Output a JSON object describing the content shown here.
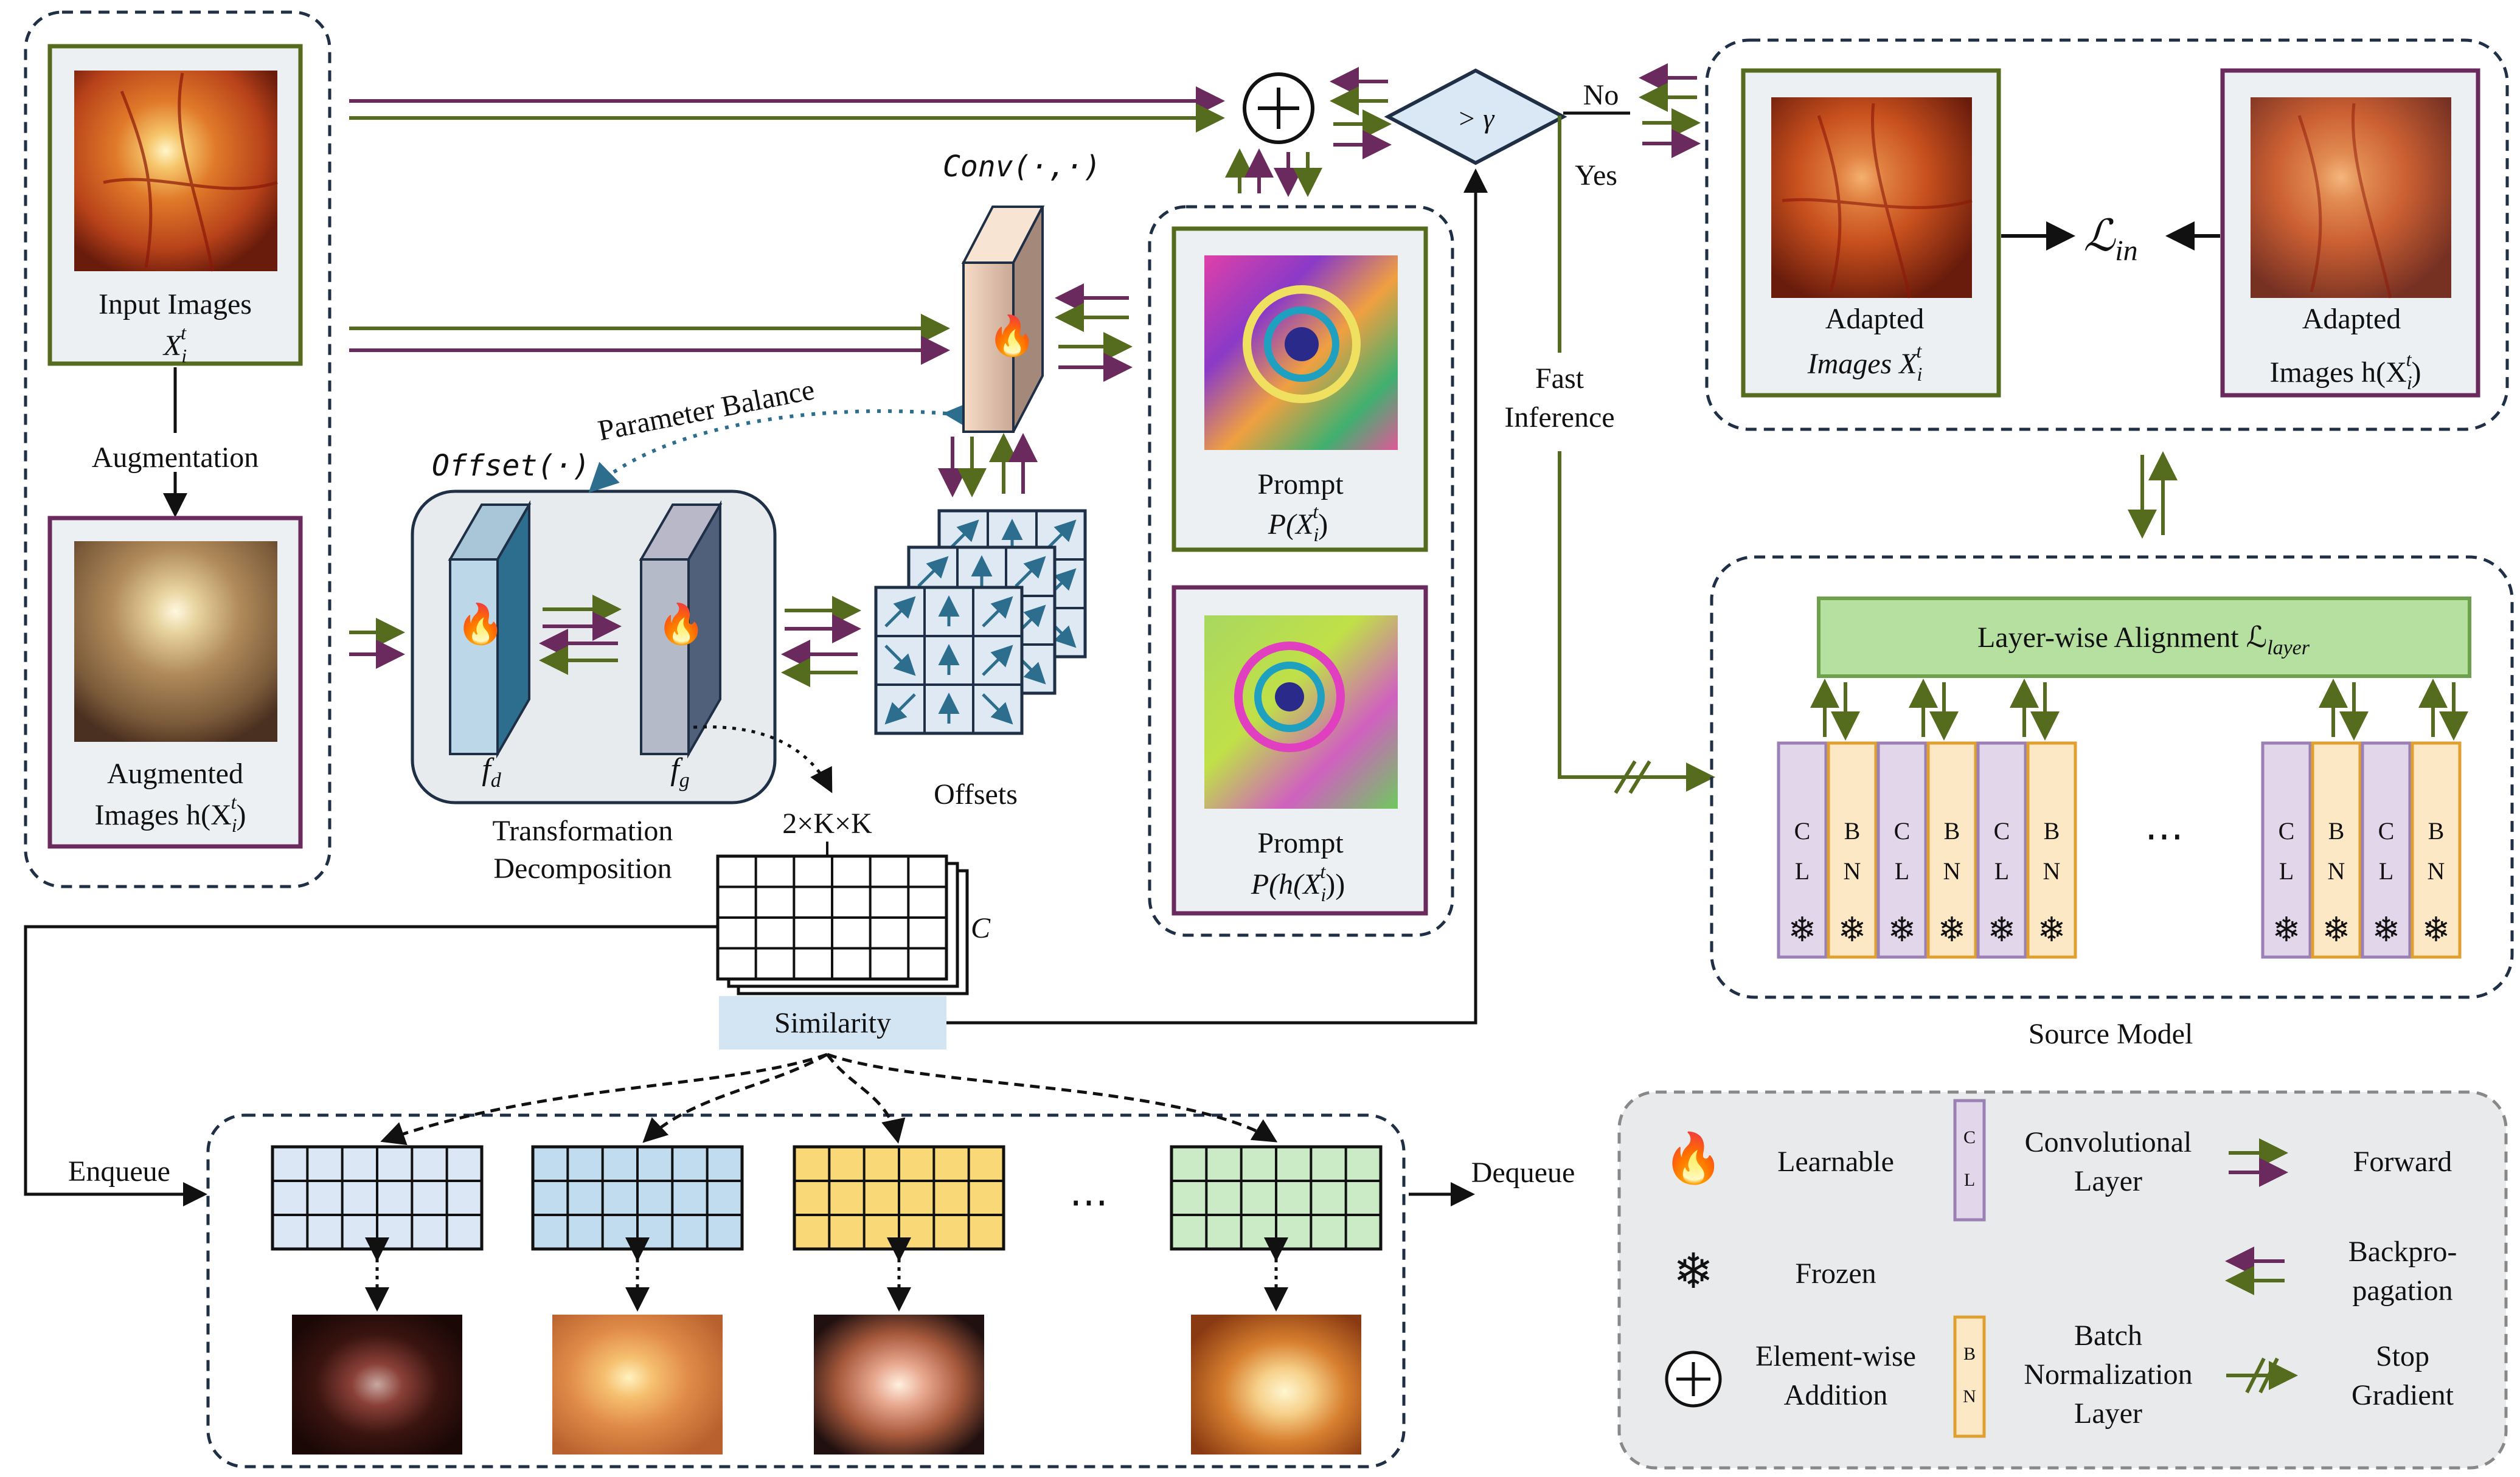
{
  "labels": {
    "input_images": "Input Images",
    "input_sym": "X",
    "augmentation": "Augmentation",
    "augmented_images": "Augmented",
    "augmented_images_2": "Images h(X",
    "offset_fn": "Offset(·)",
    "conv_fn": "Conv(·,·)",
    "parameter_balance": "Parameter Balance",
    "f_d": "f",
    "f_g": "f",
    "transformation_1": "Transformation",
    "transformation_2": "Decomposition",
    "offsets": "Offsets",
    "kxk": "2×K×K",
    "c_label": "C",
    "similarity": "Similarity",
    "enqueue": "Enqueue",
    "dequeue": "Dequeue",
    "ellipsis": "⋯",
    "prompt_1": "Prompt",
    "prompt_1_sym": "P(X",
    "prompt_2": "Prompt",
    "prompt_2_sym": "P(h(X",
    "gamma": "> γ",
    "no": "No",
    "yes": "Yes",
    "fast_1": "Fast",
    "fast_2": "Inference",
    "adapted_1": "Adapted",
    "adapted_1b": "Images X",
    "adapted_2": "Adapted",
    "adapted_2b": "Images h(X",
    "loss_in": "ℒ",
    "loss_in_sub": "in",
    "layer_align": "Layer-wise Alignment ℒ",
    "layer_align_sub": "layer",
    "source_model": "Source Model",
    "cl_c": "C",
    "cl_l": "L",
    "bn_b": "B",
    "bn_n": "N"
  },
  "legend": {
    "learnable": "Learnable",
    "frozen": "Frozen",
    "element_1": "Element-wise",
    "element_2": "Addition",
    "conv_1": "Convolutional",
    "conv_2": "Layer",
    "bn_1": "Batch",
    "bn_2": "Normalization",
    "bn_3": "Layer",
    "forward": "Forward",
    "backprop_1": "Backpro-",
    "backprop_2": "pagation",
    "stop_1": "Stop",
    "stop_2": "Gradient"
  },
  "colors": {
    "green": "#556b1e",
    "purple": "#6b2a5e",
    "blue_dot": "#2d6e8e",
    "cl_fill": "#e2d6ea",
    "cl_stroke": "#9a80b4",
    "bn_fill": "#fde8c6",
    "bn_stroke": "#e0a030",
    "align_fill": "#b6e0a0",
    "align_stroke": "#6da24c",
    "sim_fill": "#d3e5f3",
    "grid_blue_light": "#dbe7f4",
    "grid_blue": "#c2dcef",
    "grid_yellow": "#f8d877",
    "grid_green": "#cbeac6"
  },
  "icons": {
    "learnable": "flame-icon",
    "frozen": "snowflake-icon",
    "add": "plus-circle-icon"
  }
}
